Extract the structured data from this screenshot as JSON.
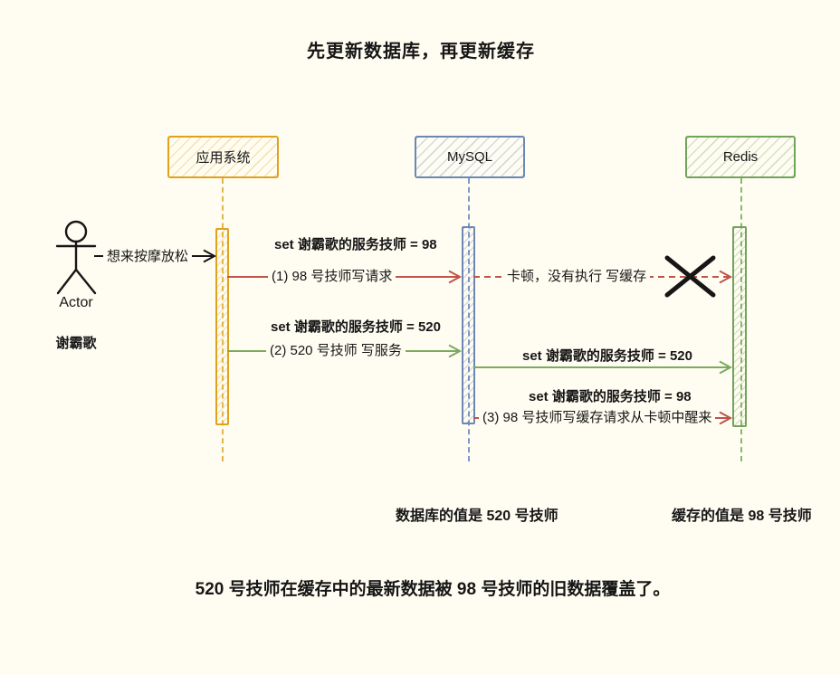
{
  "title": "先更新数据库，再更新缓存",
  "actor": {
    "label": "Actor",
    "name": "谢霸歌",
    "request": "想来按摩放松"
  },
  "participants": [
    {
      "label": "应用系统"
    },
    {
      "label": "MySQL"
    },
    {
      "label": "Redis"
    }
  ],
  "messages": {
    "m1_set": "set 谢霸歌的服务技师 = 98",
    "m1_label": "(1) 98 号技师写请求",
    "m1_fail": "卡顿，没有执行 写缓存",
    "m2_set": "set 谢霸歌的服务技师 = 520",
    "m2_label": "(2) 520 号技师 写服务",
    "m3_set": "set 谢霸歌的服务技师 = 520",
    "m4_set": "set 谢霸歌的服务技师 = 98",
    "m4_label": "(3) 98 号技师写缓存请求从卡顿中醒来"
  },
  "results": {
    "db_value": "数据库的值是 520 号技师",
    "cache_value": "缓存的值是 98 号技师"
  },
  "conclusion": "520 号技师在缓存中的最新数据被 98 号技师的旧数据覆盖了。",
  "colors": {
    "bg": "#fffdf2",
    "ink": "#161616",
    "app": "#e0a21d",
    "mysql": "#6d87b5",
    "redis": "#71a35b",
    "red": "#bf5449",
    "green": "#7aab5e"
  }
}
